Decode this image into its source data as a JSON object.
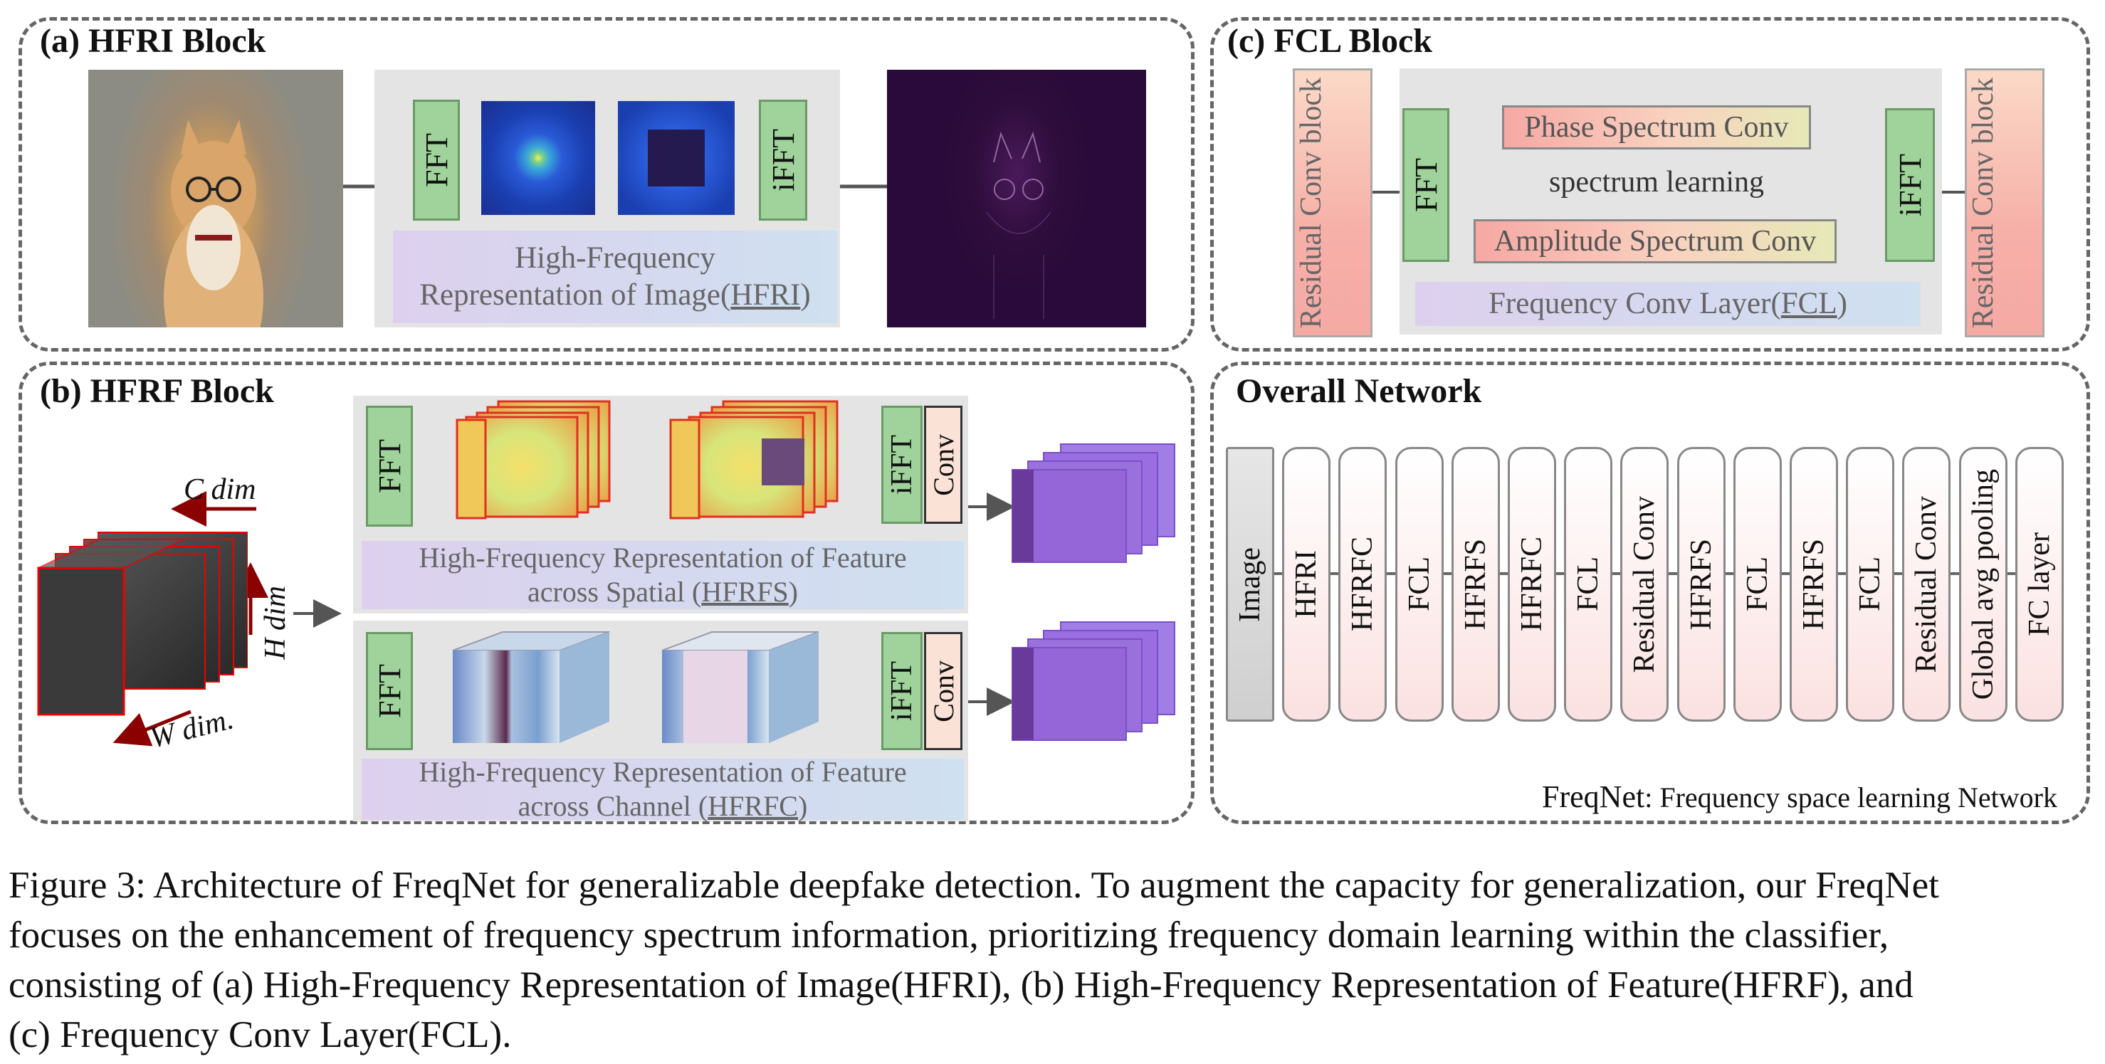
{
  "hfri": {
    "title": "(a) HFRI Block",
    "fft": "FFT",
    "ifft": "iFFT",
    "label_line1": "High-Frequency",
    "label_line2_pre": "Representation of Image(",
    "label_line2_u": "HFRI",
    "label_line2_post": ")"
  },
  "fcl": {
    "title": "(c) FCL Block",
    "residual_left": "Residual Conv block",
    "residual_right": "Residual Conv block",
    "fft": "FFT",
    "ifft": "iFFT",
    "phase": "Phase Spectrum Conv",
    "spectrum": "spectrum learning",
    "amplitude": "Amplitude Spectrum Conv",
    "label_pre": "Frequency Conv Layer(",
    "label_u": "FCL",
    "label_post": ")"
  },
  "hfrf": {
    "title": "(b) HFRF Block",
    "c_dim": "C dim",
    "h_dim": "H dim",
    "w_dim": "W dim.",
    "fft_top": "FFT",
    "ifft_top": "iFFT",
    "conv_top": "Conv",
    "fft_bottom": "FFT",
    "ifft_bottom": "iFFT",
    "conv_bottom": "Conv",
    "spatial_line1": "High-Frequency Representation of Feature",
    "spatial_line2_pre": "across Spatial (",
    "spatial_line2_u": "HFRFS",
    "spatial_line2_post": ")",
    "channel_line1": "High-Frequency Representation of Feature",
    "channel_line2_pre": "across Channel (",
    "channel_line2_u": "HFRFC",
    "channel_line2_post": ")"
  },
  "overall": {
    "title": "Overall Network",
    "layers": [
      "Image",
      "HFRI",
      "HFRFC",
      "FCL",
      "HFRFS",
      "HFRFC",
      "FCL",
      "Residual Conv",
      "HFRFS",
      "FCL",
      "HFRFS",
      "FCL",
      "Residual Conv",
      "Global avg pooling",
      "FC layer"
    ],
    "footer_name": "FreqNet",
    "footer_rest": ": Frequency space learning Network"
  },
  "caption": {
    "line1": "Figure 3: Architecture of FreqNet for generalizable deepfake detection. To augment the capacity for generalization, our FreqNet",
    "line2": "focuses on the enhancement of frequency spectrum information, prioritizing frequency domain learning within the classifier,",
    "line3": "consisting of (a) High-Frequency Representation of Image(HFRI), (b) High-Frequency Representation of Feature(HFRF), and",
    "line4": "(c) Frequency Conv Layer(FCL)."
  },
  "colors": {
    "green": "#9fd39b",
    "conv": "#fbe2d6",
    "spectrum_blue": "#1a3fb0",
    "hf_purple": "#2a0a3a",
    "feature_purple": "#9a6ee0"
  }
}
